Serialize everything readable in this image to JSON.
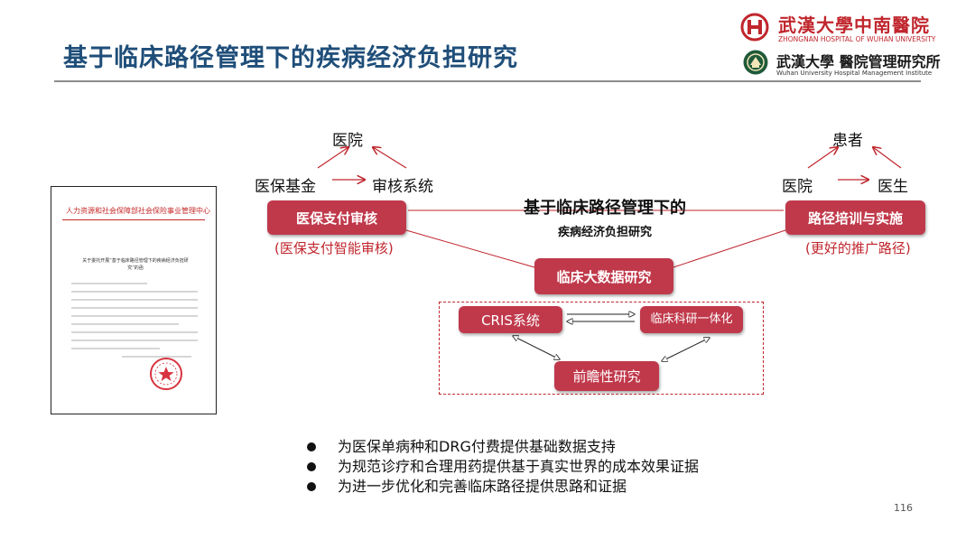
{
  "slide": {
    "title": "基于临床路径管理下的疾病经济负担研究",
    "page_number": "116"
  },
  "logos": {
    "hospital_name": "武漢大學中南醫院",
    "hospital_en": "ZHONGNAN HOSPITAL OF WUHAN UNIVERSITY",
    "institute_name": "武漢大學 醫院管理研究所",
    "institute_en": "Wuhan University Hospital Management Institute"
  },
  "document": {
    "header": "人力资源和社会保障部社会保险事业管理中心",
    "subject": "关于委托开展“基于临床路径管理下的疾病经济负担研究”的函"
  },
  "diagram": {
    "left_triangle": {
      "top": "医院",
      "left": "医保基金",
      "right": "审核系统"
    },
    "right_triangle": {
      "top": "患者",
      "left": "医院",
      "right": "医生"
    },
    "left_box": "医保支付审核",
    "left_note": "(医保支付智能审核)",
    "right_box": "路径培训与实施",
    "right_note": "(更好的推广路径)",
    "center_title": "基于临床路径管理下的",
    "center_subtitle": "疾病经济负担研究",
    "center_box": "临床大数据研究",
    "cris_box": "CRIS系统",
    "integration_box": "临床科研一体化",
    "prospective_box": "前瞻性研究"
  },
  "bullets": [
    "为医保单病种和DRG付费提供基础数据支持",
    "为规范诊疗和合理用药提供基于真实世界的成本效果证据",
    "为进一步优化和完善临床路径提供思路和证据"
  ],
  "colors": {
    "title_blue": "#1f4e79",
    "box_red": "#c0394b",
    "accent_red": "#c0262d"
  }
}
